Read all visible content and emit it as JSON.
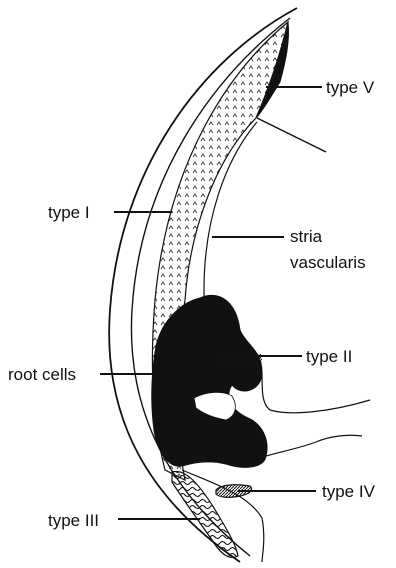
{
  "labels": {
    "type_v": "type V",
    "type_i": "type I",
    "stria_line1": "stria",
    "stria_line2": "vascularis",
    "type_ii": "type II",
    "root_cells": "root cells",
    "type_iv": "type IV",
    "type_iii": "type III"
  },
  "colors": {
    "ink": "#111111",
    "background": "#ffffff"
  }
}
